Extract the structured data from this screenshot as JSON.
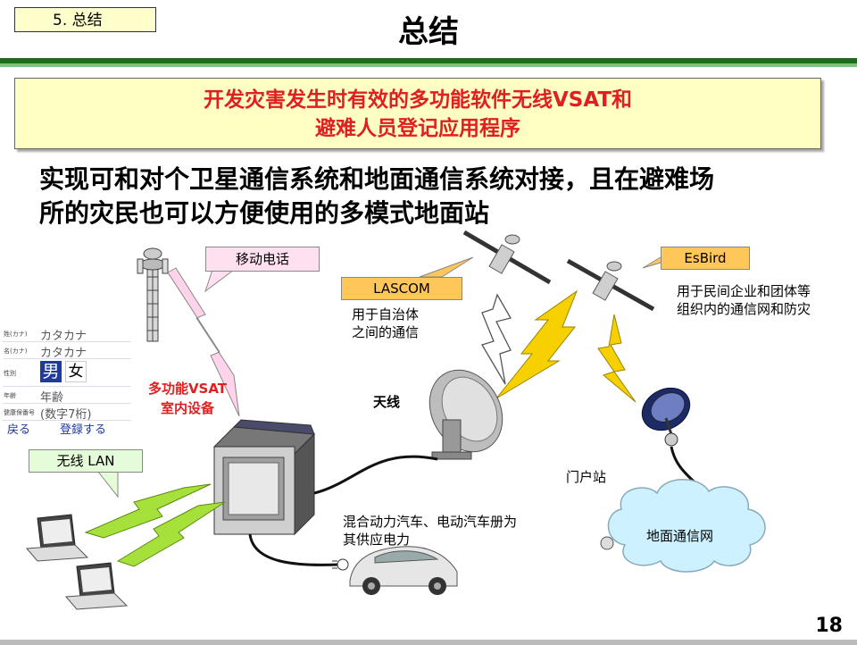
{
  "section_tag": "5. 总结",
  "page_title": "总结",
  "banner": {
    "line1": "开发灾害发生时有效的多功能软件无线VSAT和",
    "line2": "避难人员登记应用程序"
  },
  "subtitle": {
    "line1": "实现可和对个卫星通信系统和地面通信系统对接，且在避难场",
    "line2": "所的灾民也可以方便使用的多模式地面站"
  },
  "callouts": {
    "mobile_phone": "移动电话",
    "wireless_lan": "无线 LAN",
    "lascom": "LASCOM",
    "esbird": "EsBird"
  },
  "labels": {
    "lascom_desc_1": "用于自治体",
    "lascom_desc_2": "之间的通信",
    "esbird_desc_1": "用于民间企业和团体等",
    "esbird_desc_2": "组织内的通信网和防灾",
    "vsat_1": "多功能VSAT",
    "vsat_2": "室内设备",
    "antenna": "天线",
    "gateway": "门户站",
    "car_1": "混合动力汽车、电动汽车册为",
    "car_2": "其供应电力",
    "terrestrial": "地面通信网"
  },
  "form": {
    "rows": [
      {
        "key": "姓(カナ)",
        "value": "カタカナ"
      },
      {
        "key": "名(カナ)",
        "value": "カタカナ"
      },
      {
        "key": "性別",
        "value": ""
      },
      {
        "key": "年齢",
        "value": "年齢"
      },
      {
        "key": "健康保番号",
        "value": "(数字7桁)"
      }
    ],
    "male": "男",
    "female": "女",
    "back": "戻る",
    "register": "登録する"
  },
  "page_number": "18",
  "colors": {
    "accent_red": "#e02020",
    "header_green": "#1e6b1e",
    "banner_bg": "#ffffc4",
    "bolt_yellow": "#f7d000",
    "bolt_green": "#a6e03a",
    "bolt_pink": "#ffd3ea"
  }
}
